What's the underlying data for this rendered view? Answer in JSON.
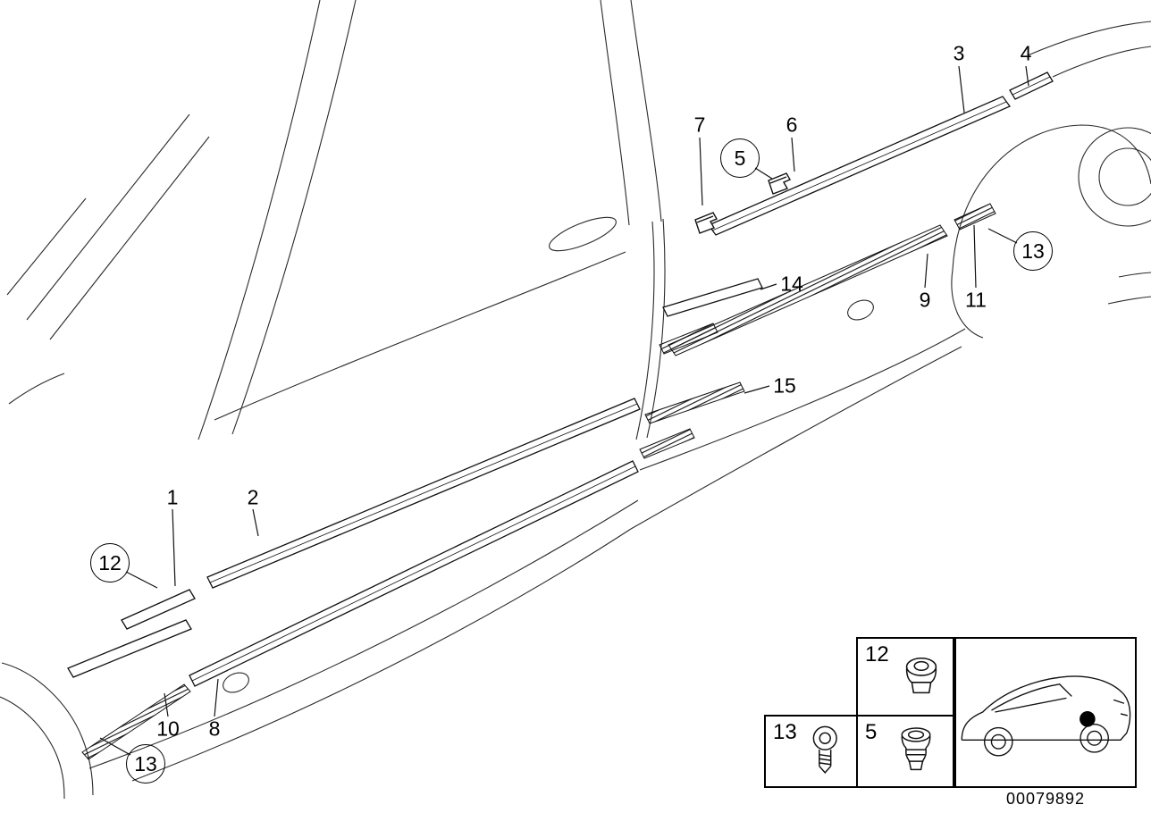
{
  "part_number": "00079892",
  "callouts": [
    {
      "label": "3",
      "circled": false
    },
    {
      "label": "4",
      "circled": false
    },
    {
      "label": "7",
      "circled": false
    },
    {
      "label": "5",
      "circled": true
    },
    {
      "label": "6",
      "circled": false
    },
    {
      "label": "13",
      "circled": true
    },
    {
      "label": "9",
      "circled": false
    },
    {
      "label": "11",
      "circled": false
    },
    {
      "label": "14",
      "circled": false
    },
    {
      "label": "15",
      "circled": false
    },
    {
      "label": "1",
      "circled": false
    },
    {
      "label": "2",
      "circled": false
    },
    {
      "label": "12",
      "circled": true
    },
    {
      "label": "10",
      "circled": false
    },
    {
      "label": "8",
      "circled": false
    },
    {
      "label": "13",
      "circled": true
    }
  ],
  "legend": {
    "items": [
      {
        "label": "12",
        "icon": "grommet-icon"
      },
      {
        "label": "13",
        "icon": "screw-icon"
      },
      {
        "label": "5",
        "icon": "expanding-rivet-icon"
      }
    ]
  },
  "colors": {
    "line": "#1a1a1a",
    "background": "#ffffff"
  }
}
